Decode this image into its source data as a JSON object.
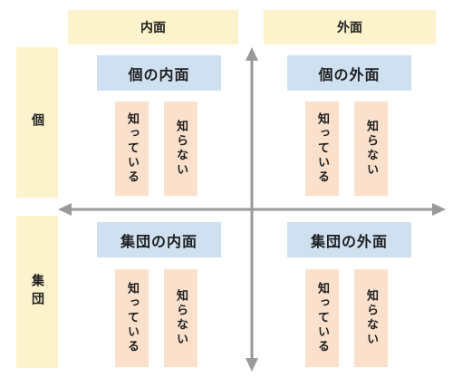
{
  "columns": {
    "inner": "内面",
    "outer": "外面"
  },
  "rows": {
    "individual": "個",
    "group": "集団"
  },
  "quadrants": {
    "individual_inner": "個の内面",
    "individual_outer": "個の外面",
    "group_inner": "集団の内面",
    "group_outer": "集団の外面"
  },
  "knowledge": {
    "known": "知っている",
    "unknown": "知らない"
  },
  "colors": {
    "header_bg": "#fcf2cc",
    "title_bg": "#cfe0f1",
    "pill_bg": "#fbe1cc",
    "axis": "#9a9a9a"
  }
}
